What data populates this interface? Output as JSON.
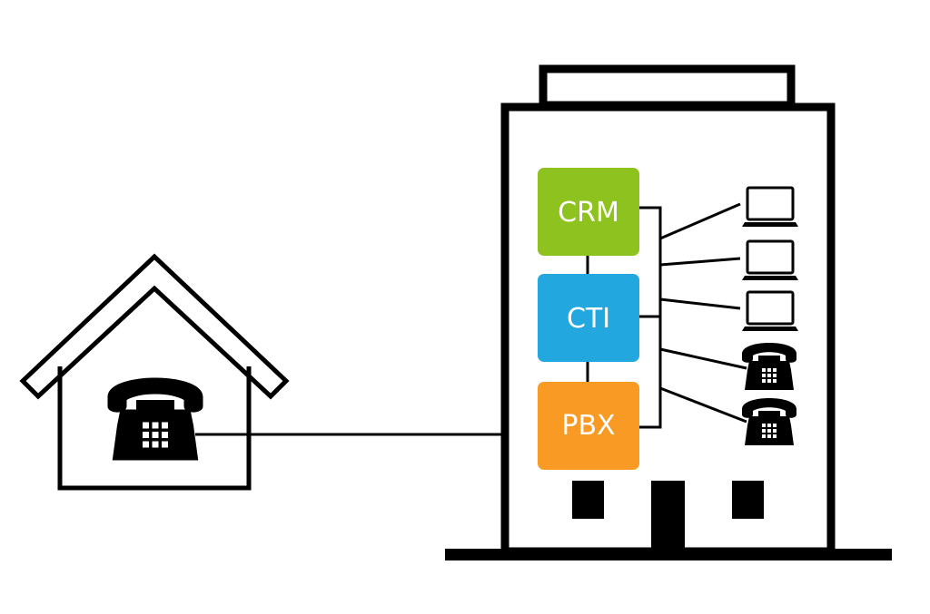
{
  "diagram": {
    "boxes": [
      {
        "id": "crm",
        "label": "CRM",
        "color": "#8dc21f"
      },
      {
        "id": "cti",
        "label": "CTI",
        "color": "#22a7df"
      },
      {
        "id": "pbx",
        "label": "PBX",
        "color": "#f89a23"
      }
    ],
    "devices": [
      {
        "type": "laptop-icon"
      },
      {
        "type": "laptop-icon"
      },
      {
        "type": "laptop-icon"
      },
      {
        "type": "telephone-icon"
      },
      {
        "type": "telephone-icon"
      }
    ],
    "icons": {
      "house": "house-icon",
      "building": "office-building-icon",
      "home_phone": "telephone-icon"
    },
    "colors": {
      "line": "#000000",
      "background": "#ffffff"
    }
  }
}
